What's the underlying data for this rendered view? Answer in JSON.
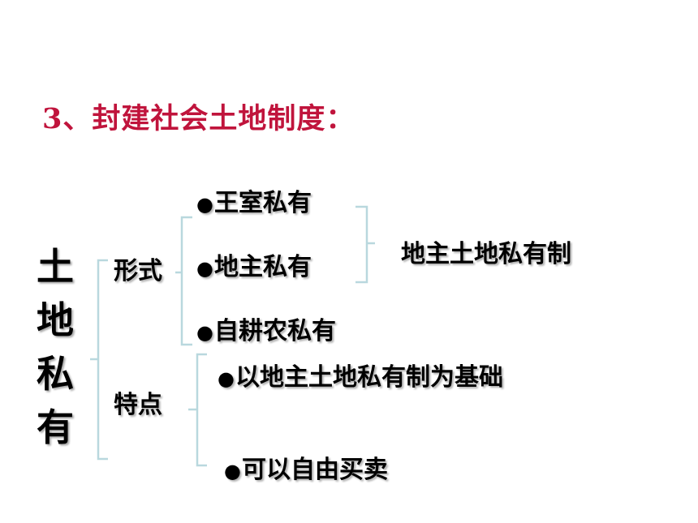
{
  "title": "3、封建社会土地制度：",
  "root": [
    "土",
    "地",
    "私",
    "有"
  ],
  "bullet": "●",
  "forms": {
    "label": "形式",
    "items": [
      "王室私有",
      "地主私有",
      "自耕农私有"
    ],
    "summary": "地主土地私有制"
  },
  "traits": {
    "label": "特点",
    "items": [
      "以地主土地私有制为基础",
      "可以自由买卖"
    ]
  },
  "colors": {
    "title": "#c0143c",
    "bracket": "#b9d8de"
  }
}
